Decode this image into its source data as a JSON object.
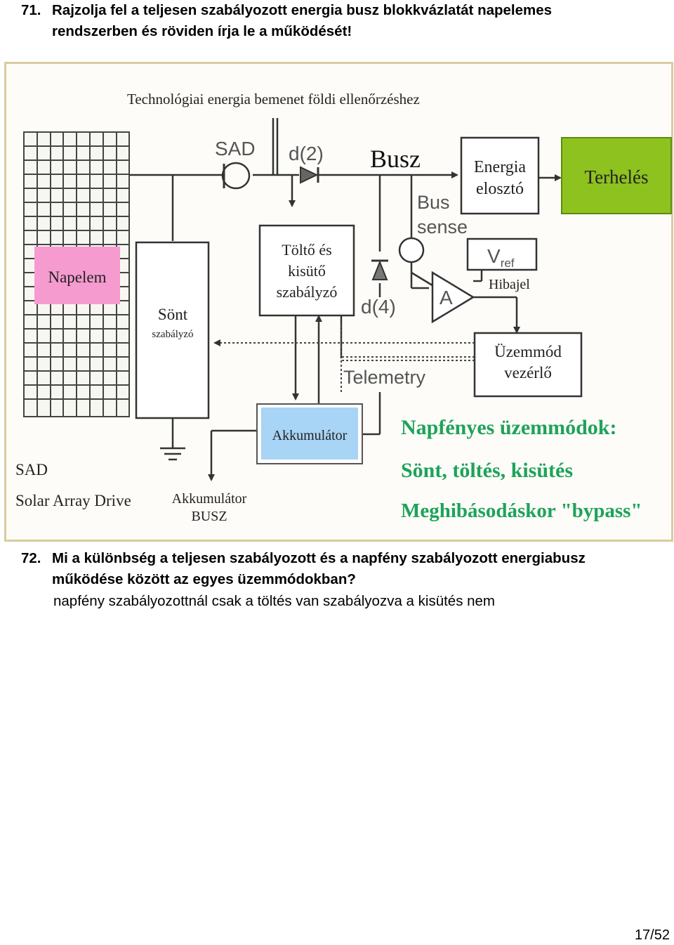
{
  "questions": [
    {
      "number": "71.",
      "line1": "Rajzolja fel a teljesen szabályozott energia busz blokkvázlatát napelemes",
      "line2": "rendszerben és röviden írja le a működését!"
    },
    {
      "number": "72.",
      "line1": "Mi a különbség a teljesen szabályozott és a napfény szabályozott energiabusz",
      "line2": "működése között az egyes üzemmódokban?"
    }
  ],
  "answer_text": "napfény szabályozottnál csak a töltés van szabályozva a kisütés nem",
  "page_number": "17/52",
  "diagram": {
    "top_label": "Technológiai energia bemenet földi ellenőrzéshez",
    "sad": "SAD",
    "d2": "d(2)",
    "busz": "Busz",
    "energia_eloszto_1": "Energia",
    "energia_eloszto_2": "elosztó",
    "terheles": "Terhelés",
    "bus_sense_1": "Bus",
    "bus_sense_2": "sense",
    "vref_main": "V",
    "vref_sub": "ref",
    "hibajel": "Hibajel",
    "amp": "A",
    "d4": "d(4)",
    "tolto_1": "Töltő és",
    "tolto_2": "kisütő",
    "tolto_3": "szabályzó",
    "napelem": "Napelem",
    "sont": "Sönt",
    "sont_sub": "szabályzó",
    "uzemmod_1": "Üzemmód",
    "uzemmod_2": "vezérlő",
    "telemetry": "Telemetry",
    "akkumulator": "Akkumulátor",
    "akku_busz_1": "Akkumulátor",
    "akku_busz_2": "BUSZ",
    "sad_bottom": "SAD",
    "solar_array_drive": "Solar Array Drive",
    "modes_title": "Napfényes üzemmódok:",
    "modes_line": "Sönt, töltés, kisütés",
    "bypass_line": "Meghibásodáskor \"bypass\"",
    "colors": {
      "napelem_fill": "#f59bd0",
      "terheles_fill": "#8ec21f",
      "akkumulator_fill": "#a8d4f5",
      "modes_text": "#1ea35a",
      "paper": "#fdfcf8",
      "frame": "#d9cba0"
    }
  }
}
